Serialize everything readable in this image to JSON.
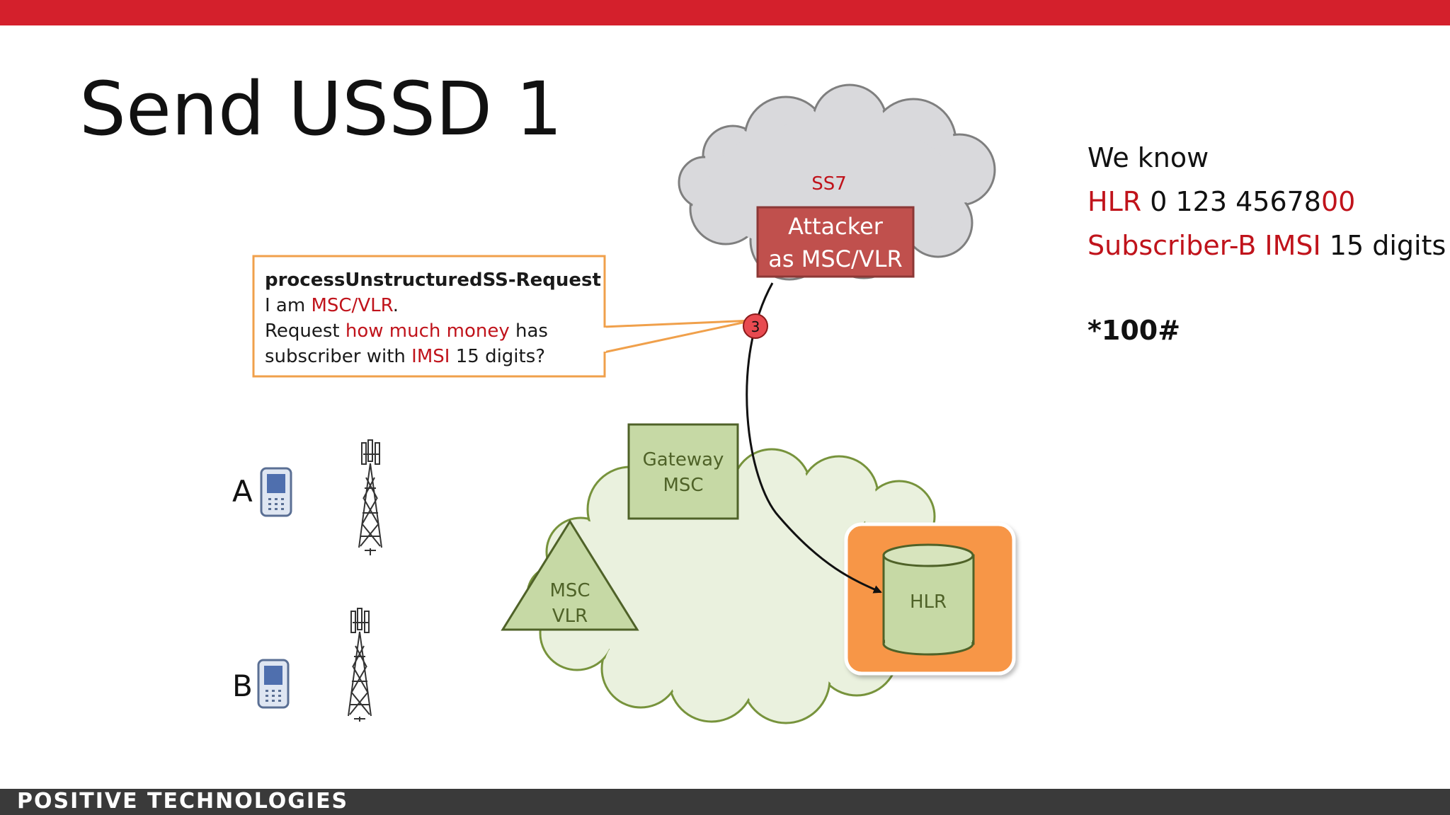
{
  "slide": {
    "title": "Send USSD 1",
    "brand": "POSITIVE TECHNOLOGIES"
  },
  "colors": {
    "brand_red": "#d4202c",
    "text_red": "#c0131b",
    "callout_border": "#f0a04b",
    "network_green": "#c6d9a5",
    "hlr_orange": "#f79646",
    "attacker_box": "#c0504d",
    "cloud_gray": "#d9d9dc"
  },
  "diagram": {
    "ss7_cloud": {
      "label": "SS7"
    },
    "attacker": {
      "line1": "Attacker",
      "line2": "as MSC/VLR"
    },
    "step_marker": "3",
    "callout": {
      "title": "processUnstructuredSS-Request",
      "line1_pre": "I am ",
      "line1_red": "MSC/VLR",
      "line1_post": ".",
      "line2_pre": "Request ",
      "line2_red": "how much money",
      "line2_post": " has",
      "line3_pre": "subscriber with ",
      "line3_red": "IMSI",
      "line3_post": " 15 digits?"
    },
    "gateway_msc": {
      "line1": "Gateway",
      "line2": "MSC"
    },
    "msc_vlr": {
      "line1": "MSC",
      "line2": "VLR"
    },
    "hlr": {
      "label": "HLR"
    },
    "subscribers": {
      "a": "A",
      "b": "B"
    },
    "icons": [
      "phone-icon",
      "cell-tower-icon"
    ]
  },
  "facts": {
    "heading": "We know",
    "hlr_label": "HLR",
    "hlr_number_main": " 0 123 45678",
    "hlr_number_red": "00",
    "imsi_label": "Subscriber-B IMSI",
    "imsi_value": " 15 digits",
    "ussd_code": "*100#"
  }
}
